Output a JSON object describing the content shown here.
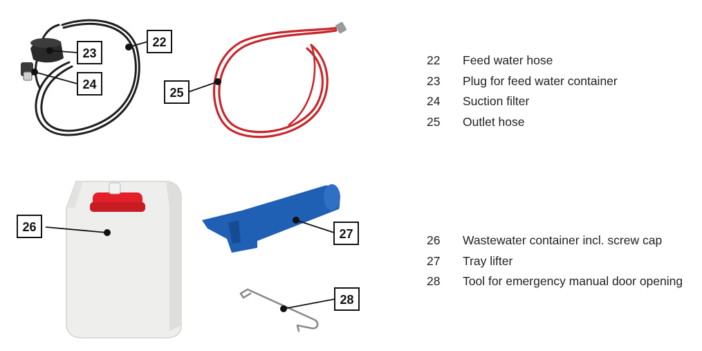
{
  "items": [
    {
      "number": "22",
      "label": "Feed water hose"
    },
    {
      "number": "23",
      "label": "Plug for feed water container"
    },
    {
      "number": "24",
      "label": "Suction filter"
    },
    {
      "number": "25",
      "label": "Outlet hose"
    },
    {
      "number": "26",
      "label": "Wastewater container incl. screw cap"
    },
    {
      "number": "27",
      "label": "Tray lifter"
    },
    {
      "number": "28",
      "label": "Tool for emergency manual door opening"
    }
  ],
  "colors": {
    "feed_hose": "#1e1e1e",
    "outlet_hose": "#c8262b",
    "container_body": "#eeeeec",
    "screw_cap": "#e3202a",
    "tray_lifter": "#1f5fb4",
    "tool_wire": "#8a8a8a"
  },
  "icons": {
    "22": "feed-water-hose-icon",
    "23": "feed-water-plug-icon",
    "24": "suction-filter-icon",
    "25": "outlet-hose-icon",
    "26": "wastewater-container-icon",
    "27": "tray-lifter-icon",
    "28": "door-tool-icon"
  }
}
